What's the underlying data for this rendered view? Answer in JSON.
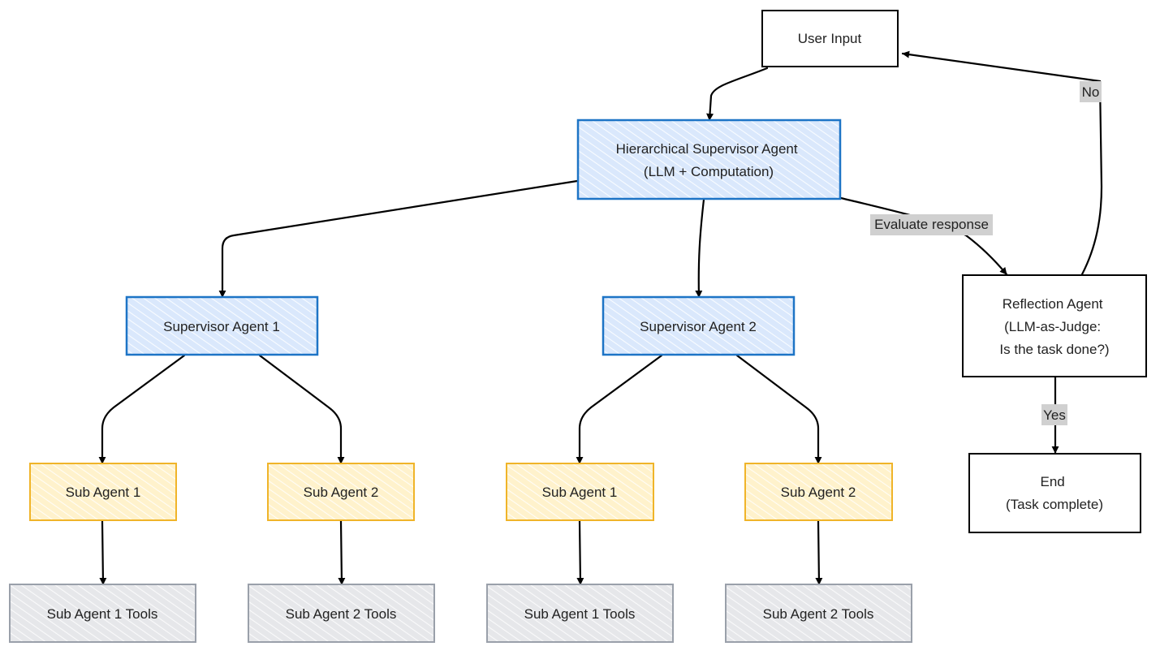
{
  "colors": {
    "blue_fill": "#dae8fc",
    "blue_stroke": "#1d74c6",
    "yellow_fill": "#fff2cc",
    "yellow_stroke": "#f0b429",
    "gray_fill": "#e6e7ea",
    "gray_stroke": "#9aa0aa",
    "white_fill": "#ffffff",
    "black_stroke": "#000000",
    "label_bg": "#d0d0d0"
  },
  "nodes": {
    "user_input": {
      "lines": [
        "User Input"
      ]
    },
    "hier_supervisor": {
      "lines": [
        "Hierarchical Supervisor Agent",
        "(LLM + Computation)"
      ]
    },
    "supervisor1": {
      "lines": [
        "Supervisor Agent 1"
      ]
    },
    "supervisor2": {
      "lines": [
        "Supervisor Agent 2"
      ]
    },
    "sub1a": {
      "lines": [
        "Sub Agent 1"
      ]
    },
    "sub2a": {
      "lines": [
        "Sub Agent 2"
      ]
    },
    "sub1b": {
      "lines": [
        "Sub Agent 1"
      ]
    },
    "sub2b": {
      "lines": [
        "Sub Agent 2"
      ]
    },
    "tools1a": {
      "lines": [
        "Sub Agent 1 Tools"
      ]
    },
    "tools2a": {
      "lines": [
        "Sub Agent 2 Tools"
      ]
    },
    "tools1b": {
      "lines": [
        "Sub Agent 1 Tools"
      ]
    },
    "tools2b": {
      "lines": [
        "Sub Agent 2 Tools"
      ]
    },
    "reflection": {
      "lines": [
        "Reflection Agent",
        "(LLM-as-Judge:",
        "Is the task done?)"
      ]
    },
    "end": {
      "lines": [
        "End",
        "(Task complete)"
      ]
    }
  },
  "edge_labels": {
    "evaluate": "Evaluate response",
    "no": "No",
    "yes": "Yes"
  }
}
